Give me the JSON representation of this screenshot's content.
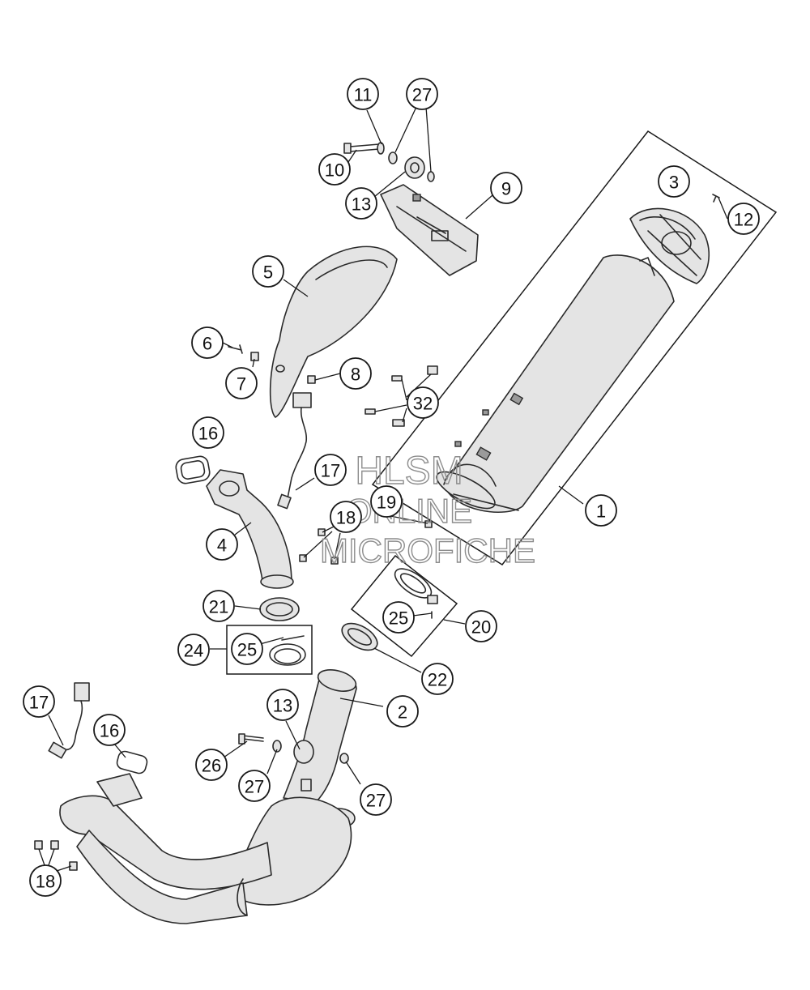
{
  "watermark": {
    "line1": "HLSM",
    "line2": "ONLINE",
    "line3": "MICROFICHE"
  },
  "callouts": [
    {
      "id": "c11",
      "label": "11"
    },
    {
      "id": "c27a",
      "label": "27"
    },
    {
      "id": "c10",
      "label": "10"
    },
    {
      "id": "c13a",
      "label": "13"
    },
    {
      "id": "c9",
      "label": "9"
    },
    {
      "id": "c3",
      "label": "3"
    },
    {
      "id": "c12",
      "label": "12"
    },
    {
      "id": "c5",
      "label": "5"
    },
    {
      "id": "c6",
      "label": "6"
    },
    {
      "id": "c7",
      "label": "7"
    },
    {
      "id": "c8",
      "label": "8"
    },
    {
      "id": "c32",
      "label": "32"
    },
    {
      "id": "c16a",
      "label": "16"
    },
    {
      "id": "c17a",
      "label": "17"
    },
    {
      "id": "c19",
      "label": "19"
    },
    {
      "id": "c18a",
      "label": "18"
    },
    {
      "id": "c1",
      "label": "1"
    },
    {
      "id": "c4",
      "label": "4"
    },
    {
      "id": "c21",
      "label": "21"
    },
    {
      "id": "c25a",
      "label": "25"
    },
    {
      "id": "c20",
      "label": "20"
    },
    {
      "id": "c24",
      "label": "24"
    },
    {
      "id": "c25b",
      "label": "25"
    },
    {
      "id": "c22",
      "label": "22"
    },
    {
      "id": "c17b",
      "label": "17"
    },
    {
      "id": "c13b",
      "label": "13"
    },
    {
      "id": "c2",
      "label": "2"
    },
    {
      "id": "c16b",
      "label": "16"
    },
    {
      "id": "c26",
      "label": "26"
    },
    {
      "id": "c27b",
      "label": "27"
    },
    {
      "id": "c27c",
      "label": "27"
    },
    {
      "id": "c18b",
      "label": "18"
    }
  ]
}
